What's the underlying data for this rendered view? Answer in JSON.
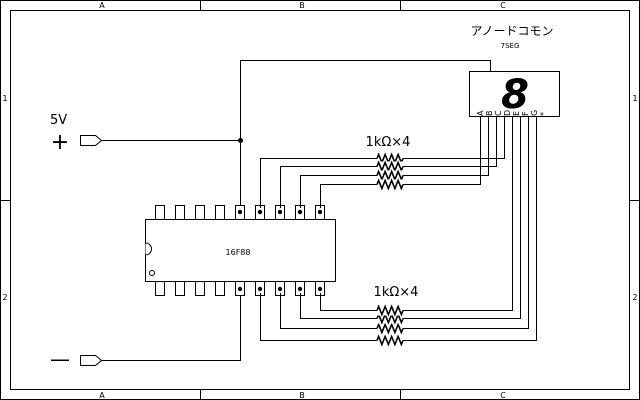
{
  "border": {
    "columns": [
      "A",
      "B",
      "C"
    ],
    "rows": [
      "1",
      "2"
    ]
  },
  "power": {
    "positive_label": "5V",
    "positive_symbol": "+",
    "negative_symbol": "—"
  },
  "display": {
    "title": "アノードコモン",
    "subtitle": "7SEG",
    "digit": "8",
    "segment_pins": [
      "A",
      "B",
      "C",
      "D",
      "E",
      "F",
      "G",
      "*"
    ]
  },
  "mcu": {
    "label": "16F88",
    "pins_per_side": 9
  },
  "resistors": {
    "upper_label": "1kΩ×4",
    "lower_label": "1kΩ×4"
  },
  "colors": {
    "ink": "#000000",
    "background": "#ffffff"
  }
}
